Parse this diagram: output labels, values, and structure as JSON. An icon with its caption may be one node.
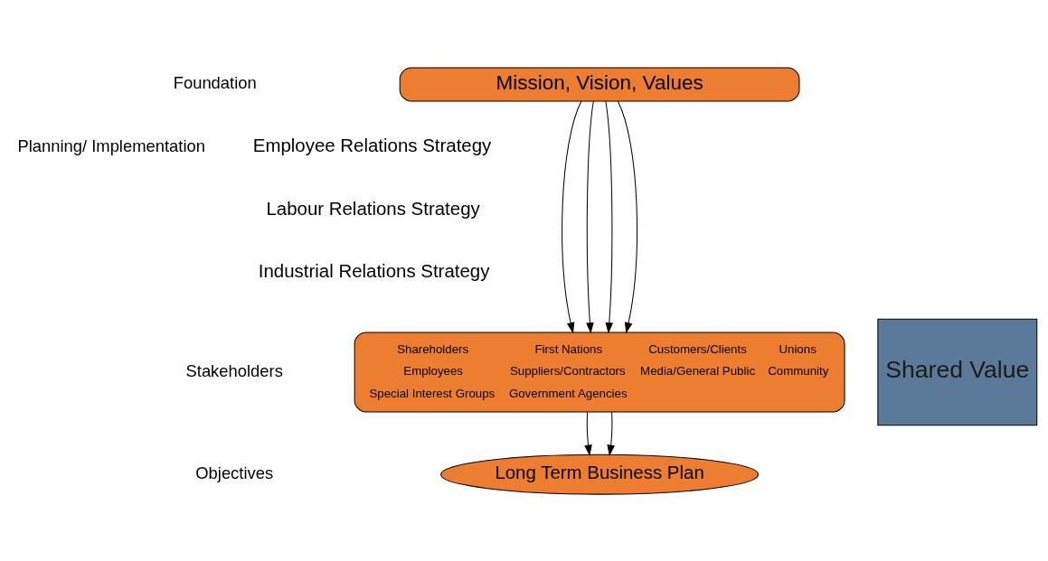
{
  "diagram": {
    "nodes": [
      {
        "text": [
          "Mission, Vision, Values"
        ]
      },
      {
        "text": [
          "Shareholders",
          "First Nations",
          "Customers/Clients",
          "Unions",
          "Employees",
          "Suppliers/Contractors",
          "Media/General Public",
          "Community",
          "Special Interest Groups",
          "Government Agencies"
        ]
      },
      {
        "text": [
          "Long Term Business Plan"
        ]
      },
      {
        "text": [
          "Shared Value"
        ]
      }
    ],
    "edges": [
      {
        "from": 0,
        "to": 1,
        "arrow": "to"
      },
      {
        "from": 0,
        "to": 1,
        "arrow": "to"
      },
      {
        "from": 0,
        "to": 1,
        "arrow": "to"
      },
      {
        "from": 0,
        "to": 1,
        "arrow": "to"
      },
      {
        "from": 1,
        "to": 2,
        "arrow": "to"
      },
      {
        "from": 1,
        "to": 2,
        "arrow": "to"
      }
    ],
    "labels": [
      "Foundation",
      "Planning/ Implementation",
      "Employee Relations Strategy",
      "Labour Relations Strategy",
      "Industrial Relations Strategy",
      "Stakeholders",
      "Objectives"
    ]
  }
}
